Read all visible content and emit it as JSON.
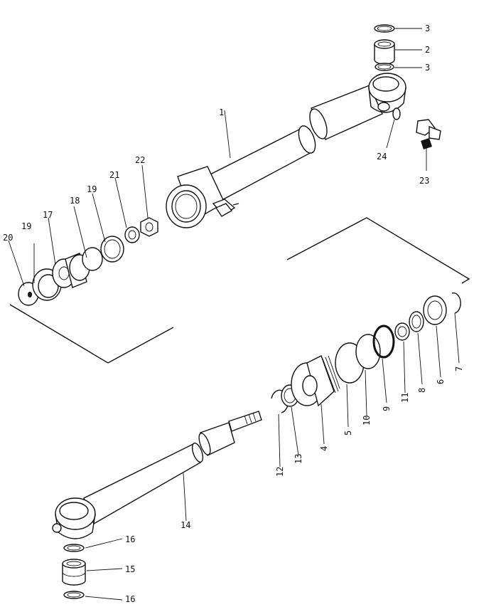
{
  "callouts": [
    {
      "id": "p1",
      "text": "1"
    },
    {
      "id": "p2",
      "text": "2"
    },
    {
      "id": "p3a",
      "text": "3"
    },
    {
      "id": "p3b",
      "text": "3"
    },
    {
      "id": "p4",
      "text": "4"
    },
    {
      "id": "p5",
      "text": "5"
    },
    {
      "id": "p6",
      "text": "6"
    },
    {
      "id": "p7",
      "text": "7"
    },
    {
      "id": "p8",
      "text": "8"
    },
    {
      "id": "p9",
      "text": "9"
    },
    {
      "id": "p10",
      "text": "10"
    },
    {
      "id": "p11",
      "text": "11"
    },
    {
      "id": "p12",
      "text": "12"
    },
    {
      "id": "p13",
      "text": "13"
    },
    {
      "id": "p14",
      "text": "14"
    },
    {
      "id": "p15",
      "text": "15"
    },
    {
      "id": "p16a",
      "text": "16"
    },
    {
      "id": "p16b",
      "text": "16"
    },
    {
      "id": "p17",
      "text": "17"
    },
    {
      "id": "p18",
      "text": "18"
    },
    {
      "id": "p19a",
      "text": "19"
    },
    {
      "id": "p19b",
      "text": "19"
    },
    {
      "id": "p20",
      "text": "20"
    },
    {
      "id": "p21",
      "text": "21"
    },
    {
      "id": "p22",
      "text": "22"
    },
    {
      "id": "p23",
      "text": "23"
    },
    {
      "id": "p24",
      "text": "24"
    }
  ],
  "colors": {
    "ink": "#111111",
    "paper": "#ffffff"
  }
}
